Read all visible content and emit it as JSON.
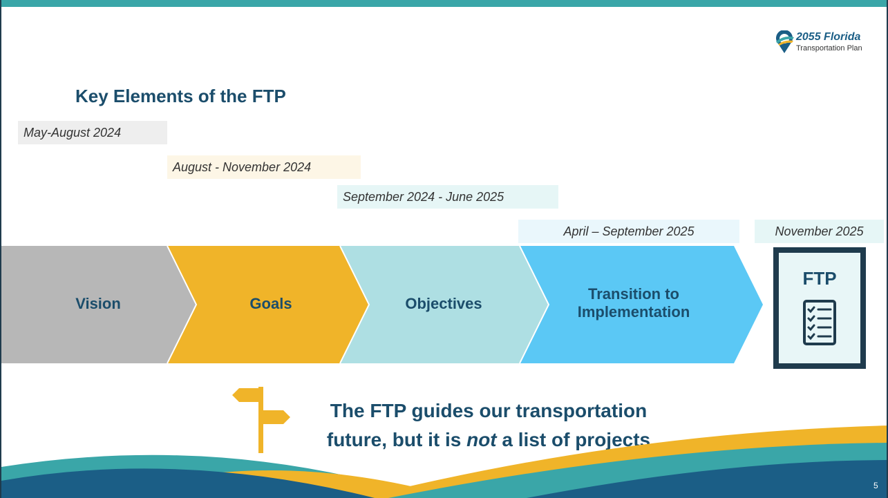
{
  "logo": {
    "year_text": "2055 Florida",
    "sub_text": "Transportation Plan"
  },
  "slide": {
    "title": "Key Elements of the FTP",
    "page_number": "5"
  },
  "timeline": {
    "dates": [
      "May-August 2024",
      "August - November 2024",
      "September 2024 - June 2025",
      "April – September 2025",
      "November 2025"
    ],
    "stages": [
      {
        "label": "Vision",
        "color": "#b7b7b7"
      },
      {
        "label": "Goals",
        "color": "#f0b429"
      },
      {
        "label": "Objectives",
        "color": "#aedfe3"
      },
      {
        "label_line1": "Transition to",
        "label_line2": "Implementation",
        "color": "#5bc8f5"
      }
    ],
    "final_doc": {
      "label": "FTP"
    }
  },
  "tagline": {
    "line1": "The FTP guides our transportation",
    "line2_pre": "future, but it is ",
    "line2_em": "not",
    "line2_post": " a list of projects"
  },
  "colors": {
    "title": "#1b4d6b",
    "topbar": "#3aa6a8",
    "accent_yellow": "#f0b429",
    "dark_border": "#1f3b4d"
  },
  "icons": [
    "logo-pin-icon",
    "checklist-icon",
    "signpost-icon"
  ]
}
